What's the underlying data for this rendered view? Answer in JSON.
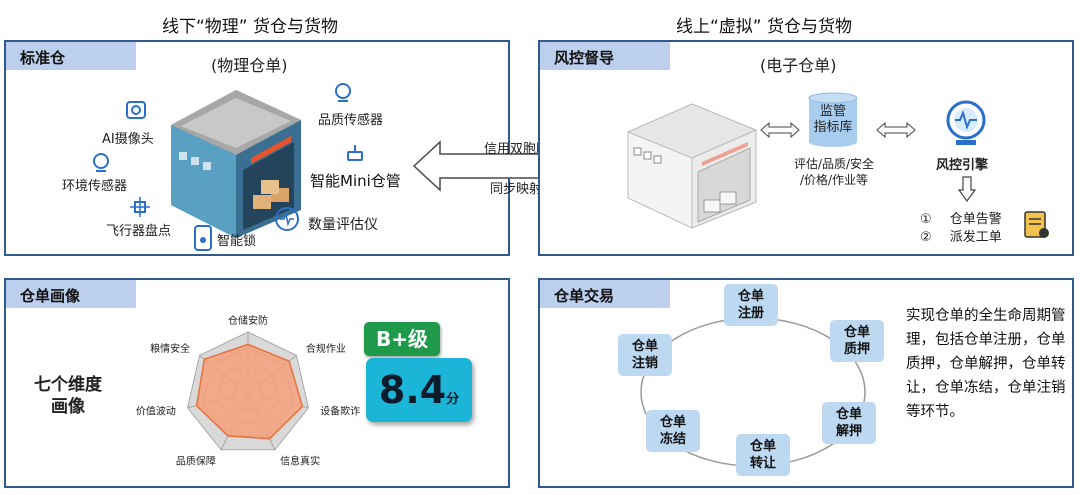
{
  "headings": {
    "offline": "线下“物理” 货仓与货物",
    "online": "线上“虚拟” 货仓与货物"
  },
  "panel_standard": {
    "tag": "标准仓",
    "subtitle": "(物理仓单)",
    "devices": {
      "ai_camera": "AI摄像头",
      "env_sensor": "环境传感器",
      "drone": "飞行器盘点",
      "smart_lock": "智能锁",
      "quality_sensor": "品质传感器",
      "mini_manager": "智能Mini仓管",
      "quantity_meter": "数量评估仪"
    }
  },
  "link": {
    "top": "信用双胞胎",
    "bottom": "同步映射"
  },
  "panel_risk": {
    "tag": "风控督导",
    "subtitle": "(电子仓单)",
    "db_label": "监管\n指标库",
    "eval_text": "评估/品质/安全\n/价格/作业等",
    "engine": "风控引擎",
    "actions": [
      {
        "num": "①",
        "text": "仓单告警"
      },
      {
        "num": "②",
        "text": "派发工单"
      }
    ]
  },
  "panel_portrait": {
    "tag": "仓单画像",
    "dim_title": "七个维度\n画像",
    "grade": "B+级",
    "score": "8.4",
    "score_unit": "分"
  },
  "panel_trade": {
    "tag": "仓单交易",
    "nodes": [
      "仓单\n注册",
      "仓单\n质押",
      "仓单\n解押",
      "仓单\n转让",
      "仓单\n冻结",
      "仓单\n注销"
    ],
    "description": "实现仓单的全生命周期管理，包括仓单注册，仓单质押，仓单解押，仓单转让，仓单冻结，仓单注销等环节。"
  },
  "chart_data": {
    "type": "radar",
    "axes": [
      "仓储安防",
      "合规作业",
      "设备欺诈",
      "信息真实",
      "品质保障",
      "价值波动",
      "粮情安全"
    ],
    "series": [
      {
        "values": [
          0.8,
          0.85,
          0.9,
          0.8,
          0.75,
          0.85,
          0.9
        ]
      }
    ],
    "range": [
      0,
      1
    ],
    "colors": {
      "fill": "#f4a07a",
      "stroke": "#e8703c",
      "grid": "#9a9a9a",
      "grid_fill": "#d9d9d9"
    }
  },
  "colors": {
    "panel_border": "#2e5a8e",
    "tag_bg": "#bcd0ee",
    "node_bg": "#bdd8f1",
    "grade_green": "#1e9a4a",
    "score_bg": "#1bb5d8",
    "icon_blue": "#2a6fc9"
  }
}
